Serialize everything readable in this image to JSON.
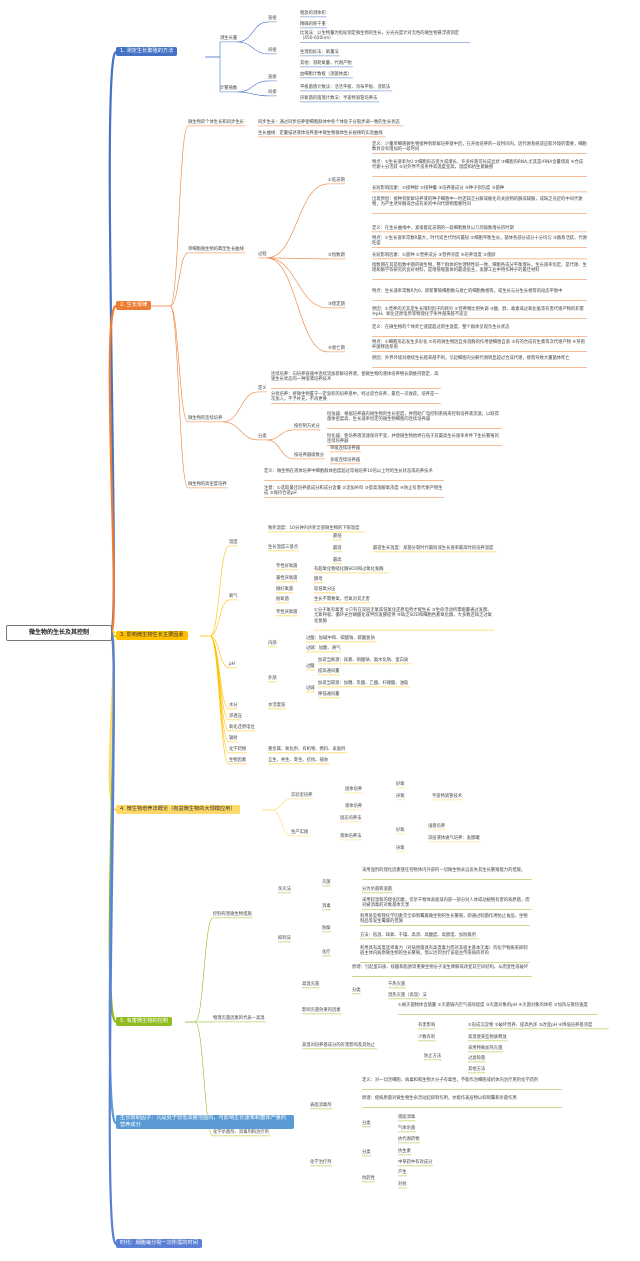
{
  "colors": {
    "b1": "#4472c4",
    "b2": "#ed7d31",
    "b3": "#ffc000",
    "b4": "#ffd966",
    "b5": "#8fbc1f",
    "b6": "#5b9bd5",
    "b7": "#5b7fd5"
  },
  "root": "微生物的生长及其控制",
  "branches": [
    {
      "num": "1",
      "label": "1. 测定生长繁殖的方法"
    },
    {
      "num": "2",
      "label": "2. 生长规律"
    },
    {
      "num": "3",
      "label": "3. 影响微生物生长主要因素"
    },
    {
      "num": "4",
      "label": "4. 微生物培养法概论（有益微生物的大规模应用）"
    },
    {
      "num": "5",
      "label": "5. 有害微生物的控制"
    },
    {
      "num": "6",
      "label": "生长限制因子：凡是处于较低浓度范围内，可影响生长速率和菌体产量的营养成分"
    },
    {
      "num": "7",
      "label": "时代：细胞每分裂一次所需的时间"
    }
  ],
  "b1": {
    "growth": "测生长量",
    "count": "计繁殖数",
    "direct": "直接",
    "indirect": "间接",
    "g_d": [
      "粗放的测体积",
      "精确的称干重"
    ],
    "g_i": [
      "比浊法：以生物量为指标测定微生物的生长，分光光度计对无色的微生物悬浮液测定（450-650nm）",
      "生理指标法：氧量法",
      "其他：测耗氧量、代谢产物"
    ],
    "c_d": [
      "血细胞计数板（测菌体类）"
    ],
    "c_i": [
      "平板菌落计数法：活活平板、涂布平板、浇筑法",
      "厌氧菌的菌落计数法：亨盖特滚管培养法"
    ]
  },
  "b2": {
    "indiv": "微生物的个体生长和同步生长",
    "sync": "同步生长：通过同步培养使细胞群体中各个体处于分裂步调一致的生长状态",
    "curve": "单细胞微生物的典型生长曲线",
    "curve_def": "生长曲线：定量描述液体培养基中微生物群体生长规律的实验曲线",
    "process": "过程",
    "phases": [
      "①延滞期",
      "②指数期",
      "③稳定期",
      "④衰亡期"
    ],
    "lag": [
      "定义：少量单细胞微生物接种到新鲜培养基中后，在开始培养的一段时间内，因代谢系统适应新环境的需要，细胞数目没有增加的一段时间",
      "特点：①生长速率为0 ②细胞形态变大或增长，许多杆菌可长成丝状 ③细胞内RNA,尤其是rRNA含量增高 ④合成代谢十分活跃 ⑤对外界不良条件如温度变高，温度和抗生素敏感",
      "长短影响因素：①接种龄 ②接种量 ③培养基成分 ④种子损伤度 ⑤菌种",
      "出现原因：接种到新鲜培养液的种子细胞中一时还缺乏分解或催化有关底物的酶或辅酶，或缺乏充足的中间代谢物，为产生诱导酶或合成有关的中间代谢物需要时间"
    ],
    "exp": [
      "定义：在生长曲线中，紧接着延滞期的一段细胞数目以几何级数增长的时期",
      "特点：①生长速率常数R最大，时代或世代时间最短 ②细胞平衡生长，菌体各部分成分十分均匀 ③酶系活跃，代谢旺盛",
      "长短影响因素：①菌种 ②营养成分 ③营养浓度 ④培养温度 ⑤菌龄",
      "指数期在其是指数中期的微生物，整个群体的生理特性较一致，细胞各成分平衡增长，生长速率恒定，是代谢、生理和酶学等研究的良好材料，是增殖噬菌体的最适宿主，发酵工业中用作种子的最佳材料"
    ],
    "stat": [
      "特点：生长速率常数R为0，即新繁殖细胞数与衰亡的细胞数相等，或生长与分生长相等的动态平衡中",
      "原因：①营养的尤其是生长限制因子的耗尽 ②营养物比例失调 ③酸、醇、毒素或过氧化氢等有害代谢产物的积累 ④pH、氧化还原电势等物理化学条件越来越不适宜"
    ],
    "dec": [
      "定义：在微生物的个体死亡速度超过新生速度，整个群体呈现负生长状态",
      "特点：①细胞形态发生多形化 ②有的微生物因自身溶酶的作用使细胞自溶 ③有的合成有生素等次代谢产物 ④芽孢杆菌释放芽孢",
      "原因：外界环境对继续生长越来越不利，引起细胞内分解代谢明显超过合成代谢，继而导致大量菌体死亡"
    ],
    "cont": "微生物的连续培养",
    "def": "定义",
    "ba": "分类",
    "chem_def": "连续培养：向培养容器中连续流加新鲜培养液，使微生物的液体培养物长期维持稳定、高速生长状态的一种溶液培养技术",
    "batch_def": "分批培养：将微生物置于一定容积的培养基中，经过适合培养，最后一次收获。培养是一次加入，不予补充，不再更换",
    "by_ctrl": "按控制方式分",
    "turbido": "恒浊器：根据培养器内微生物的生长密度，并借助广电控制系统来控制培养液流速，以取得菌体密度高、生长速率恒定的微生物细胞的连续培养器",
    "chemostat": "恒化器：使培养液流速保持不变，并使微生物始终在低于其最高生长速率条件下生长繁殖的连续培养器",
    "by_tank": "按培养器级数分",
    "single": "单级连续培养器",
    "multi": "多级连续培养器",
    "hd": "微生物的高密度培养",
    "hd_def": "定义：微生物在液体培养中细胞群体密度超过常规培养10倍以上时的生长状态或培养技术",
    "hd_note": "注意：①选取最佳培养基成分和成分含量 ②流加补料 ③提高溶解氧浓度 ④防止有害代谢产物生成 ⑤保持合适pH"
  },
  "b3": {
    "temp": "温度",
    "temp1": "致死温度：10分钟内杀死全部微生物的下限温度",
    "temp2": "生长温度三基点",
    "t_low": "最低",
    "t_opt": "最适",
    "t_max": "最高",
    "t_opt_d": "最适生长温度：某菌分裂时代最短或生长速率最高时的培养温度",
    "oxy": "氧气",
    "ox_req": "专性好氧菌",
    "ox_fac": "兼性厌氧菌",
    "ox_micro": "微好氧菌",
    "ox_tol": "耐氧菌",
    "ox_ana": "专性厌氧菌",
    "fac_d": "有超氧化物岐化酶SOD和过氧化氢酶",
    "fac_b": "酵母",
    "micro_d": "较低氧分压",
    "tol_d": "生长不需要氧，但氧对其无害",
    "ana_d": "①分子氧有毒害 ②只有在深层无氧或低氧化还原电势才能生长 ③生命活动所需能量通过发酵、无氧呼吸、循环光合磷酸化或甲烷发酵提供 ④缺乏SOD和细胞色素氧化酶，大多数还缺乏过氧化氢酶",
    "ph": "pH",
    "ph_in": "内部",
    "ph_out": "外部",
    "ph_in1": "过酸：加碱中和、碳酸钠、碳酸氢钠",
    "ph_in2": "过碱：加酸、通气",
    "ph_acid": "过酸",
    "ph_base": "过碱",
    "ph_a1": "加适当氮源：尿素、硝酸钠、氨水化钠、蛋白质",
    "ph_a2": "提高通风量",
    "ph_b1": "加适当碳源：加糖、乳酸、乙酸、柠檬酸、油脂",
    "ph_b2": "降低通风量",
    "others": [
      "水分",
      "渗透压",
      "氧化还原电位",
      "辐射",
      "化学药物",
      "生物因素"
    ],
    "water_d": "水活度值",
    "chem_d": "重金属、氧化剂、有机物、燃料、表面剂",
    "bio_d": "互生、共生、寄生、拮抗、捕食"
  },
  "b4": {
    "lab": "实验室培养",
    "solid": "固体培养",
    "liquid": "液体培养",
    "aerobic": "好氧",
    "anaerobic": "厌氧",
    "lab_ana": "亨盖特滚管技术",
    "prod": "生产实践",
    "p_solid": "固态培养法",
    "p_liquid": "液体培养法",
    "deep": "浅盘培养",
    "deep2": "深层液体通气培养：发酵罐"
  },
  "b5": {
    "phys": "控制有害微生物措施",
    "ster": "杀灭法",
    "ster1": "灭菌",
    "ster2": "消毒",
    "ster1_d": "采用强烈的理化因素使任何物体内外部的一切微生物永远丧失其生长繁殖能力的措施，",
    "ster1_b": "分为杀菌和溶菌",
    "ster2_d": "采用较温和的理化因素，仅杀干物体表面或内部一部分对人体或动植物有害的病原菌，而对被消毒的对象基本无害",
    "inhib": "抑制法",
    "inh1": "防腐",
    "inh2": "化疗",
    "inh1_d": "利用某些物理化学因素完全抑制霉腐微生物的生长繁殖，即通过制菌作用防止食品、生物制品等发生霉腐的措施",
    "inh1_b": "方法：低温、缺氧、干燥、高渗、高酸度、高醇度、加防腐剂",
    "inh2_d": "利用具有高度选择毒力（对病原菌具有高度毒力而对其宿主基本无毒）的化学物质来抑制宿主体内病原微生物的生长繁殖，借以达到治疗该宿主传染病的目的",
    "lowhigh": "物理灭菌因素的代表—高温",
    "dry": "高温灭菌",
    "dry_d": "原理：引起蛋白质、核酸和脂肪等重要生物分子发生降解或改变其空间结构，从而变性或破坏",
    "dry_ba": "分类",
    "dry1": "干热灭菌",
    "dry2": "湿热灭菌（高温）法",
    "factors": "影响灭菌效果的因素",
    "factors_d": "①被灭菌物体含菌量 ②灭菌锅内空气排除程度 ③灭菌对象的pH ④灭菌对象的体积 ⑤加热与散热速度",
    "media": "高温对培养基成分的有害影响及其防止",
    "med1": "有害影响",
    "med1_d": "①形成沉淀物 ②破坏营养、提高色泽 ③改变pH ④降低培养基浓度",
    "med2": "少数有利",
    "med2_d": "高温使某些物质释放",
    "med3": "防止方法",
    "med3_d": [
      "采用特殊加热灭菌",
      "过滤除菌",
      "其他方法"
    ],
    "chem": "化学杀菌剂、消毒剂和治疗剂",
    "surf": "表面消毒剂",
    "surf_def": "定义：对一切活细胞、病毒和和生物大分子有毒性，不能作治细胞或机体内治疗用的化学药剂",
    "surf_d2": "原理：使病原菌对微生物生命活动起抑制作用，亦能作表层物以抑制霉和杀菌作用",
    "surf_ba": "分类",
    "surf_b1": "液面消毒",
    "surf_b2": "气体杀菌",
    "thera": "化学治疗剂",
    "thera_ba": "分类",
    "th1": "抗代谢药物",
    "th2": "抗生素",
    "th3": "中草药中有效成分",
    "resist": "抗药性",
    "res1": "产生",
    "res2": "对抗"
  }
}
